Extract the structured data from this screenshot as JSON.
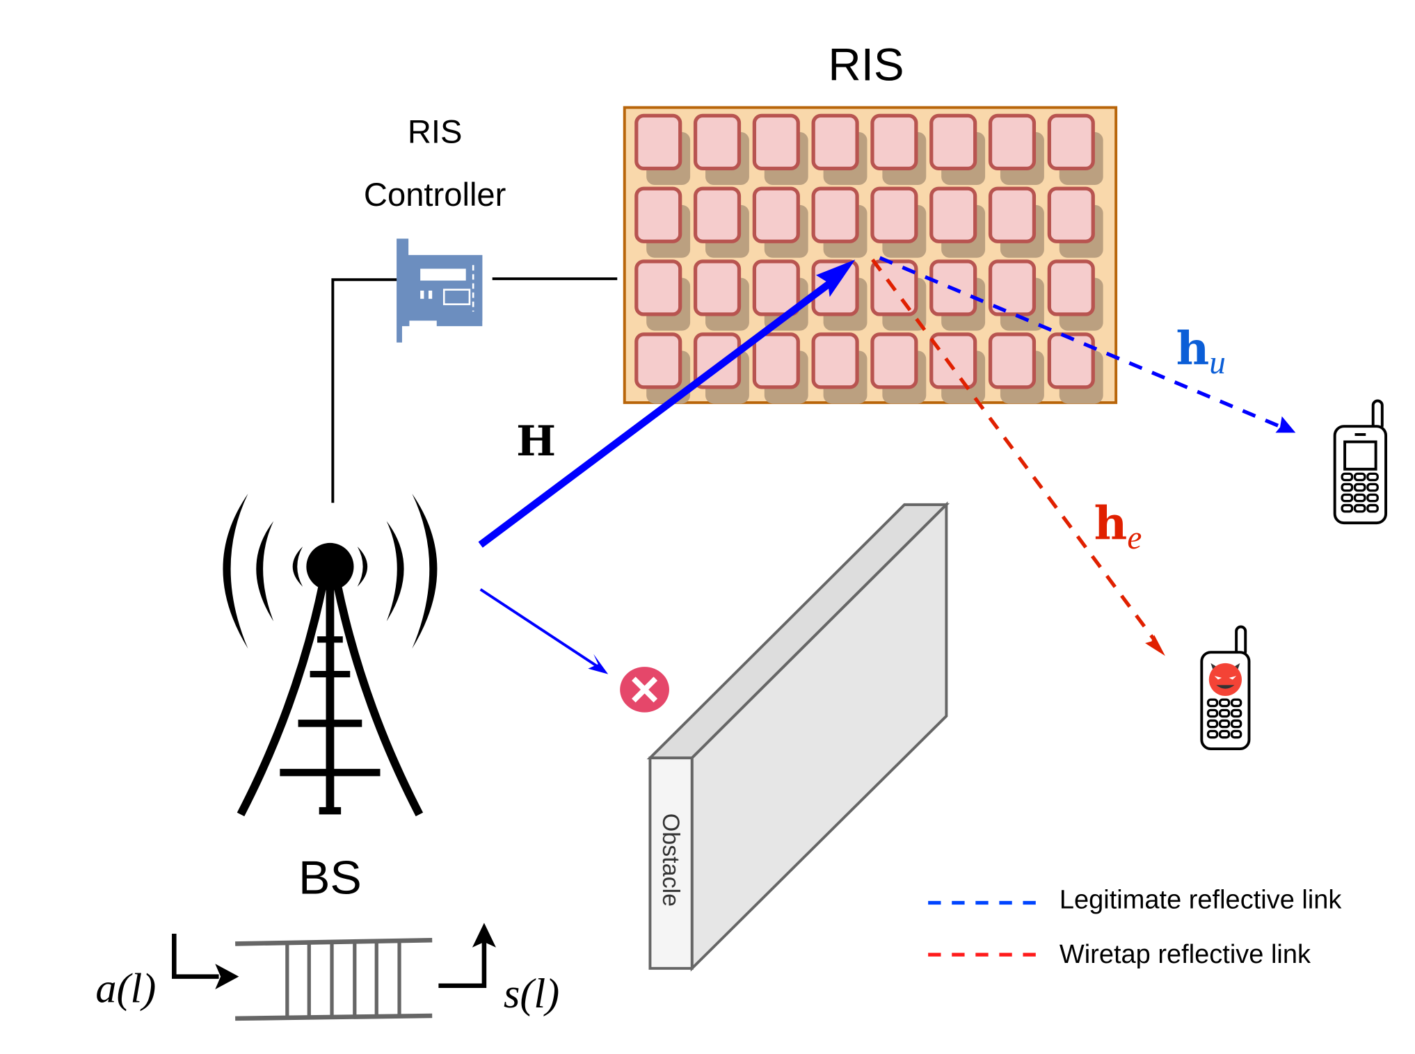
{
  "labels": {
    "ris_title": "RIS",
    "controller_line1": "RIS",
    "controller_line2": "Controller",
    "bs": "BS",
    "obstacle": "Obstacle",
    "channel_H": "H",
    "channel_hu_main": "h",
    "channel_hu_sub": "u",
    "channel_he_main": "h",
    "channel_he_sub": "e",
    "queue_in": "a(l)",
    "queue_out": "s(l)"
  },
  "ris": {
    "rows": 4,
    "cols": 8
  },
  "legend": {
    "items": [
      {
        "label": "Legitimate reflective link",
        "color": "#0044ff",
        "style": "dashed"
      },
      {
        "label": "Wiretap reflective link",
        "color": "#ff1a1a",
        "style": "dashed"
      }
    ]
  },
  "icons": {
    "bs": "cell-tower-icon",
    "controller": "network-card-icon",
    "user": "mobile-phone-icon",
    "eavesdropper": "devil-mobile-phone-icon",
    "blocked": "blocked-x-icon"
  },
  "colors": {
    "legit_link": "#0000ff",
    "wiretap_link": "#e02000",
    "hu_label": "#0b5ed7",
    "he_label": "#e02000",
    "ris_border": "#b8650a",
    "ris_fill": "#f9d8ab",
    "element_fill": "#f5cccc",
    "element_stroke": "#b85450",
    "element_shadow": "#bba080",
    "controller": "#6c8ebf",
    "blocked": "#e5476a",
    "obstacle_stroke": "#666666"
  }
}
